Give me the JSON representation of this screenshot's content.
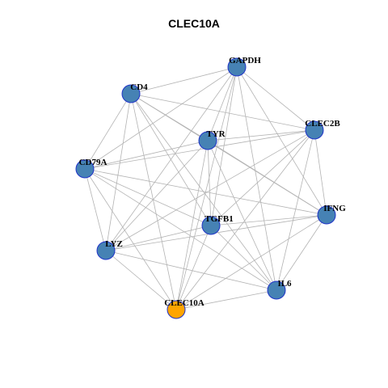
{
  "title": "CLEC10A",
  "colors": {
    "node_default": "#4682b4",
    "node_highlight": "#ffa500",
    "node_border": "#1f33c8",
    "edge": "#b3b3b3"
  },
  "nodes": [
    {
      "id": "GAPDH",
      "label": "GAPDH",
      "highlight": false
    },
    {
      "id": "CD4",
      "label": "CD4",
      "highlight": false
    },
    {
      "id": "CLEC2B",
      "label": "CLEC2B",
      "highlight": false
    },
    {
      "id": "TYR",
      "label": "TYR",
      "highlight": false
    },
    {
      "id": "CD79A",
      "label": "CD79A",
      "highlight": false
    },
    {
      "id": "IFNG",
      "label": "IFNG",
      "highlight": false
    },
    {
      "id": "TGFB1",
      "label": "TGFB1",
      "highlight": false
    },
    {
      "id": "LYZ",
      "label": "LYZ",
      "highlight": false
    },
    {
      "id": "IL6",
      "label": "IL6",
      "highlight": false
    },
    {
      "id": "CLEC10A",
      "label": "CLEC10A",
      "highlight": true
    }
  ],
  "edges": [
    [
      "GAPDH",
      "CD4"
    ],
    [
      "GAPDH",
      "TYR"
    ],
    [
      "GAPDH",
      "CLEC2B"
    ],
    [
      "GAPDH",
      "IFNG"
    ],
    [
      "GAPDH",
      "TGFB1"
    ],
    [
      "GAPDH",
      "IL6"
    ],
    [
      "GAPDH",
      "CLEC10A"
    ],
    [
      "GAPDH",
      "LYZ"
    ],
    [
      "GAPDH",
      "CD79A"
    ],
    [
      "CD4",
      "TYR"
    ],
    [
      "CD4",
      "CLEC2B"
    ],
    [
      "CD4",
      "CD79A"
    ],
    [
      "CD4",
      "LYZ"
    ],
    [
      "CD4",
      "TGFB1"
    ],
    [
      "CD4",
      "IL6"
    ],
    [
      "CD4",
      "IFNG"
    ],
    [
      "CD4",
      "CLEC10A"
    ],
    [
      "CLEC2B",
      "TYR"
    ],
    [
      "CLEC2B",
      "IFNG"
    ],
    [
      "CLEC2B",
      "LYZ"
    ],
    [
      "CLEC2B",
      "TGFB1"
    ],
    [
      "CLEC2B",
      "IL6"
    ],
    [
      "CLEC2B",
      "CLEC10A"
    ],
    [
      "CLEC2B",
      "CD79A"
    ],
    [
      "TYR",
      "IFNG"
    ],
    [
      "TYR",
      "TGFB1"
    ],
    [
      "TYR",
      "LYZ"
    ],
    [
      "TYR",
      "CLEC10A"
    ],
    [
      "TYR",
      "IL6"
    ],
    [
      "TYR",
      "CD79A"
    ],
    [
      "CD79A",
      "LYZ"
    ],
    [
      "CD79A",
      "TGFB1"
    ],
    [
      "CD79A",
      "IFNG"
    ],
    [
      "CD79A",
      "IL6"
    ],
    [
      "CD79A",
      "CLEC10A"
    ],
    [
      "IFNG",
      "TGFB1"
    ],
    [
      "IFNG",
      "LYZ"
    ],
    [
      "IFNG",
      "IL6"
    ],
    [
      "IFNG",
      "CLEC10A"
    ],
    [
      "TGFB1",
      "LYZ"
    ],
    [
      "TGFB1",
      "CLEC10A"
    ],
    [
      "TGFB1",
      "IL6"
    ],
    [
      "LYZ",
      "CLEC10A"
    ],
    [
      "LYZ",
      "IL6"
    ],
    [
      "IL6",
      "CLEC10A"
    ]
  ]
}
